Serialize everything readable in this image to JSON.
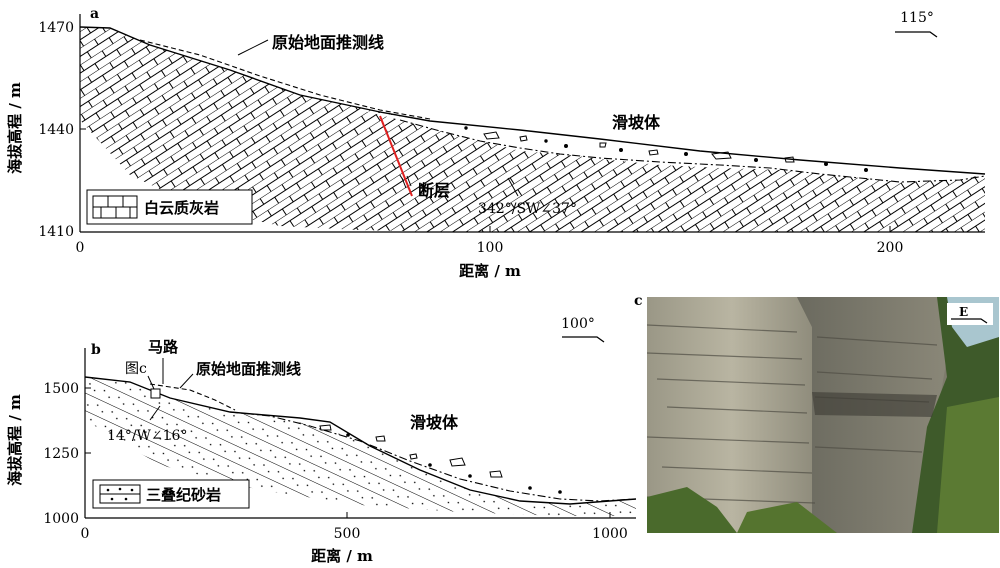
{
  "panel_a": {
    "label": "a",
    "direction": "115°",
    "y_axis_label": "海拔高程 / m",
    "x_axis_label": "距离 / m",
    "y_ticks": [
      "1470",
      "1440",
      "1410"
    ],
    "x_ticks": [
      "0",
      "100",
      "200"
    ],
    "callout_original_surface": "原始地面推测线",
    "label_landslide": "滑坡体",
    "label_fault": "断层",
    "attitude": "342°/SW∠37°",
    "legend_label": "白云质灰岩"
  },
  "panel_b": {
    "label": "b",
    "direction": "100°",
    "y_axis_label": "海拔高程 / m",
    "x_axis_label": "距离 / m",
    "y_ticks": [
      "1500",
      "1250",
      "1000"
    ],
    "x_ticks": [
      "0",
      "500",
      "1000"
    ],
    "callout_road": "马路",
    "callout_fig": "图c",
    "callout_original_surface": "原始地面推测线",
    "label_landslide": "滑坡体",
    "attitude": "14°/W∠16°",
    "legend_label": "三叠纪砂岩"
  },
  "panel_c": {
    "label": "c",
    "direction": "E"
  }
}
